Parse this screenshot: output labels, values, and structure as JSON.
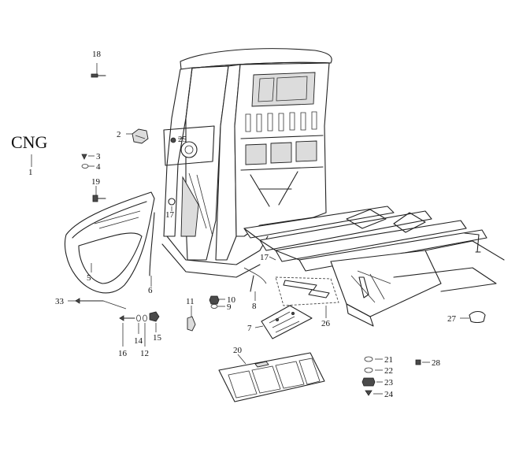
{
  "diagram": {
    "variant_label": "CNG",
    "callouts": [
      "1",
      "2",
      "3",
      "4",
      "5",
      "6",
      "7",
      "8",
      "9",
      "10",
      "11",
      "12",
      "14",
      "15",
      "16",
      "17",
      "17",
      "18",
      "19",
      "20",
      "21",
      "22",
      "23",
      "24",
      "25",
      "26",
      "27",
      "28",
      "33"
    ]
  }
}
